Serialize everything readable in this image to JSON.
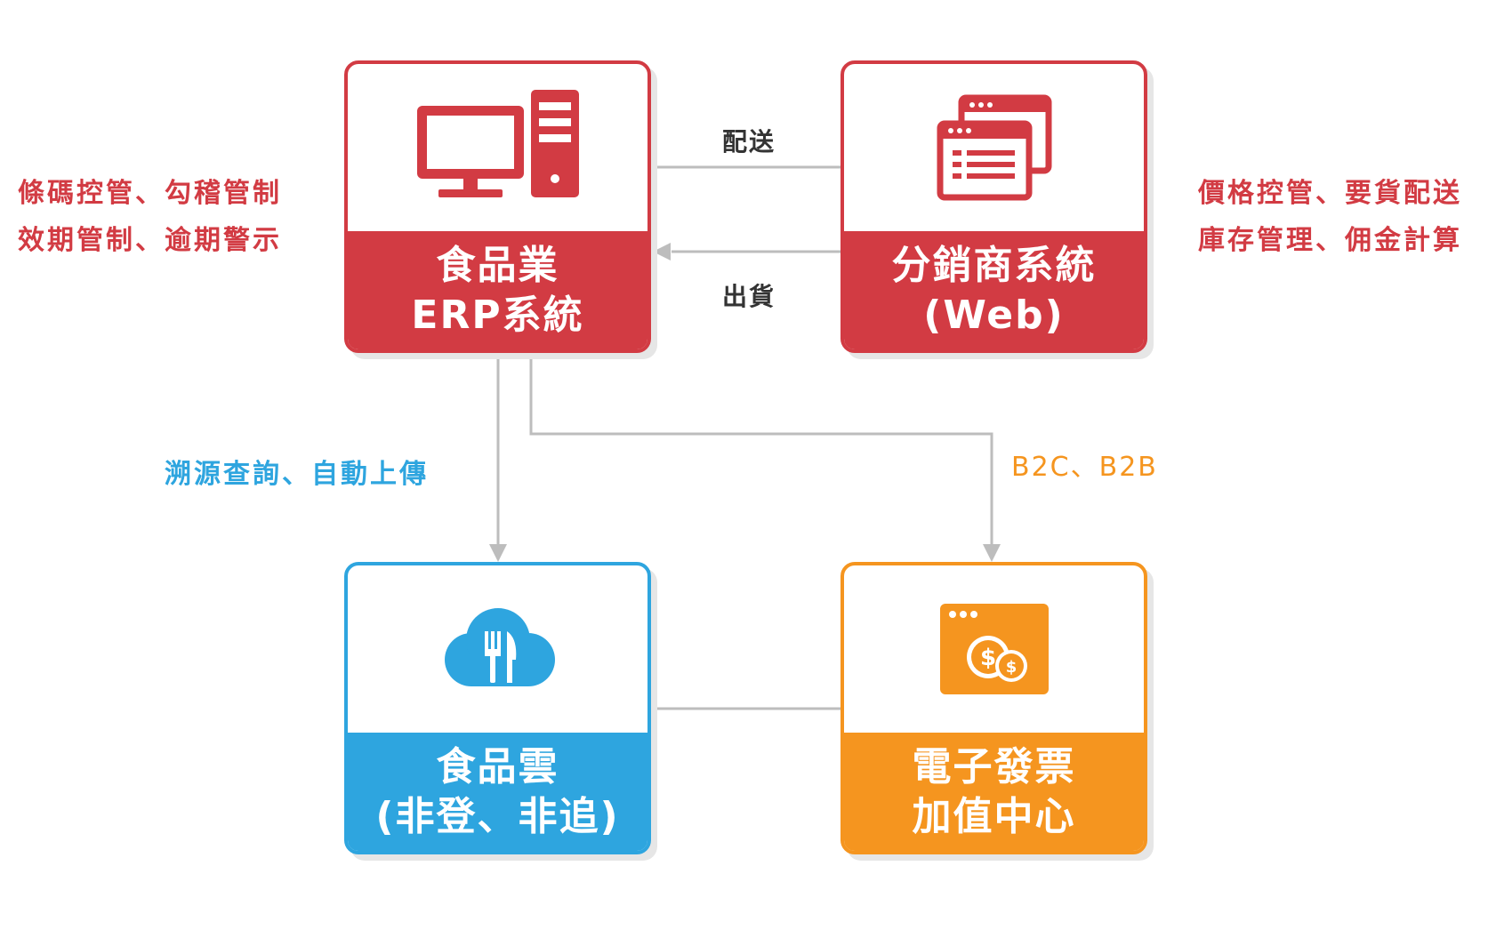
{
  "nodes": {
    "erp": {
      "title_line1": "食品業",
      "title_line2": "ERP系統",
      "icon": "desktop-computer-icon"
    },
    "distributor": {
      "title_line1": "分銷商系統",
      "title_line2": "(Web)",
      "icon": "browser-windows-icon"
    },
    "food_cloud": {
      "title_line1": "食品雲",
      "title_line2": "(非登、非追)",
      "icon": "cloud-utensils-icon"
    },
    "einvoice": {
      "title_line1": "電子發票",
      "title_line2": "加值中心",
      "icon": "browser-coins-icon"
    }
  },
  "edges": {
    "deliver": "配送",
    "ship": "出貨",
    "trace": "溯源查詢、自動上傳",
    "b2c_b2b": "B2C、B2B"
  },
  "notes": {
    "erp_features": [
      "條碼控管、勾稽管制",
      "效期管制、逾期警示"
    ],
    "distributor_features": [
      "價格控管、要貨配送",
      "庫存管理、佣金計算"
    ]
  },
  "colors": {
    "red": "#d23b43",
    "blue": "#2ea5df",
    "orange": "#f5951f",
    "connector": "#bdbdbd",
    "text_dark": "#333333"
  }
}
